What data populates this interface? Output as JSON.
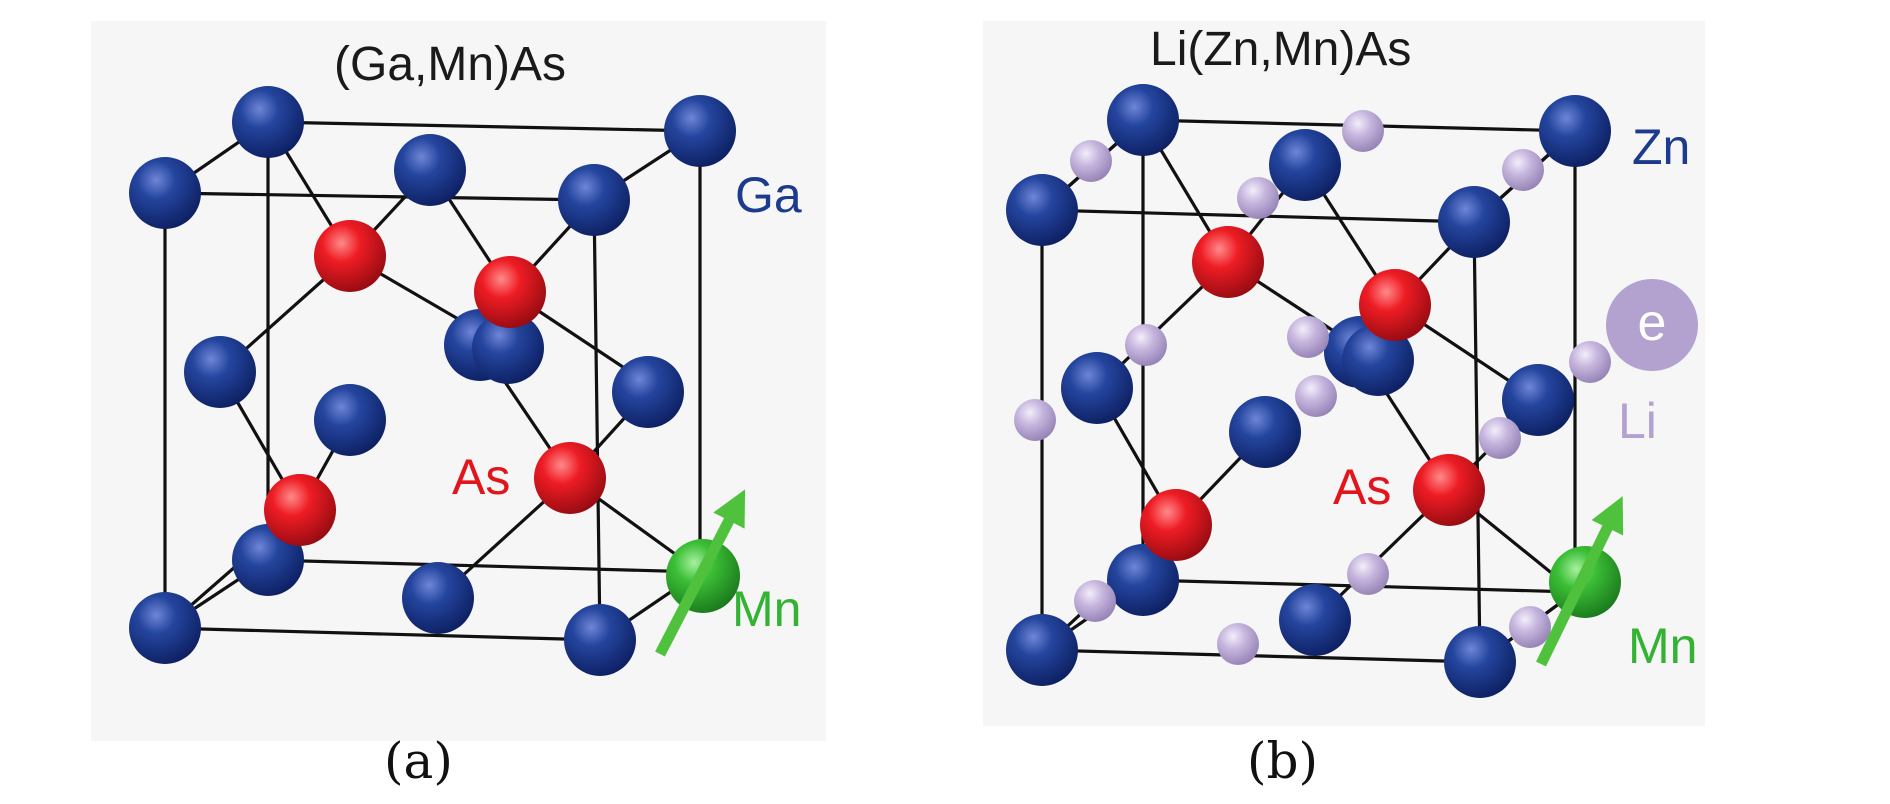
{
  "colors": {
    "background": "#f6f6f6",
    "ga_zn": "#1c3a8e",
    "as": "#e2141c",
    "mn": "#33b233",
    "li": "#b3a2cf"
  },
  "panel_a": {
    "title": "(Ga,Mn)As",
    "labels": {
      "ga": "Ga",
      "as": "As",
      "mn": "Mn"
    },
    "caption": "(a)"
  },
  "panel_b": {
    "title": "Li(Zn,Mn)As",
    "labels": {
      "zn": "Zn",
      "e": "e",
      "li": "Li",
      "as": "As",
      "mn": "Mn"
    },
    "caption": "(b)"
  }
}
